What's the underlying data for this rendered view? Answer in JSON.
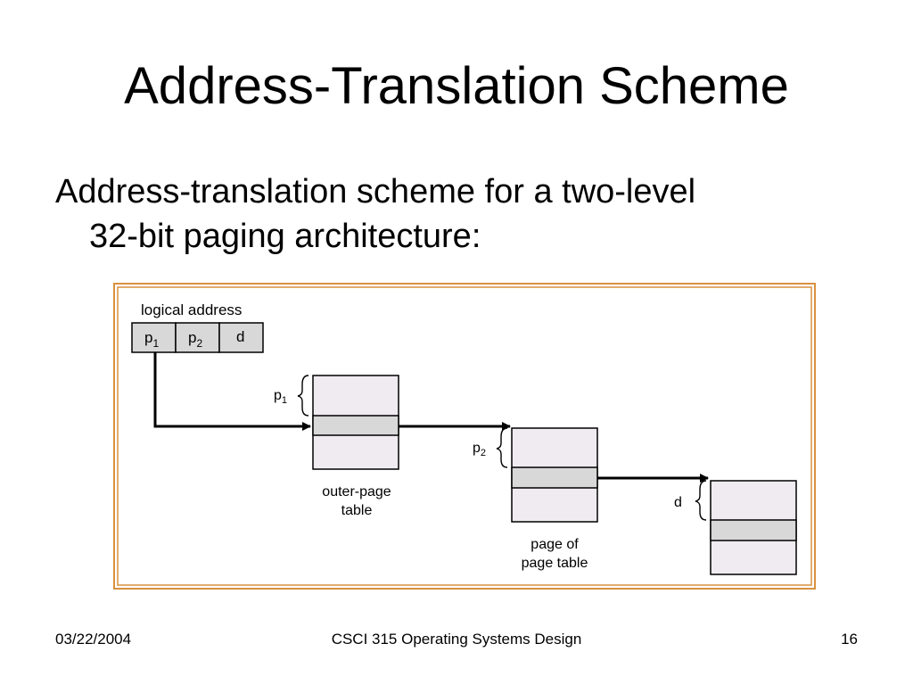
{
  "slide": {
    "title": "Address-Translation Scheme",
    "bullet_line1": "Address-translation scheme for a two-level",
    "bullet_line2": "32-bit paging architecture:"
  },
  "diagram": {
    "logical_address_label": "logical address",
    "fields": [
      {
        "base": "p",
        "sub": "1"
      },
      {
        "base": "p",
        "sub": "2"
      },
      {
        "base": "d",
        "sub": ""
      }
    ],
    "brace_labels": [
      {
        "base": "p",
        "sub": "1"
      },
      {
        "base": "p",
        "sub": "2"
      },
      {
        "base": "d",
        "sub": ""
      }
    ],
    "outer_page_table_label": [
      "outer-page",
      "table"
    ],
    "page_of_page_table_label": [
      "page of",
      "page table"
    ],
    "colors": {
      "frame_border": "#d9913f",
      "field_fill": "#d8d8d8",
      "table_fill": "#efebf1",
      "entry_fill": "#d8d8d8"
    }
  },
  "footer": {
    "date": "03/22/2004",
    "course": "CSCI 315 Operating Systems Design",
    "page": "16"
  }
}
